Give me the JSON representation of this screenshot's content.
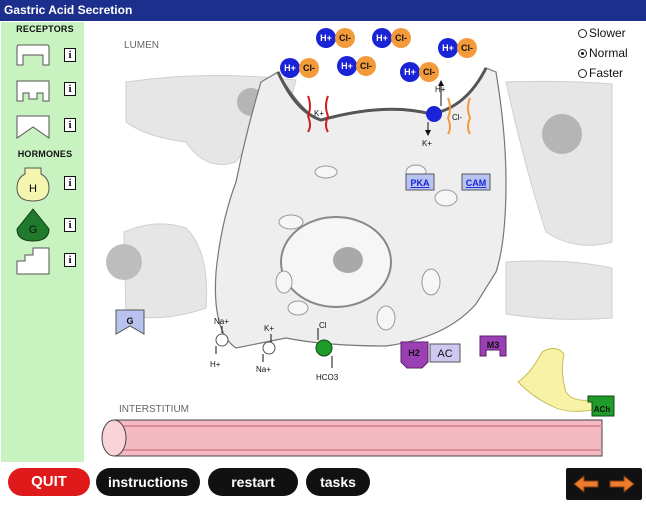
{
  "window": {
    "title": "Gastric Acid Secretion"
  },
  "sidebar": {
    "receptors_heading": "RECEPTORS",
    "hormones_heading": "HORMONES",
    "info_label": "i",
    "hormone_h_label": "H",
    "hormone_g_label": "G"
  },
  "scene": {
    "lumen_label": "LUMEN",
    "interstitium_label": "INTERSTITIUM",
    "ions": {
      "h": "H+",
      "cl": "Cl-",
      "k": "K+",
      "na": "Na+",
      "hco3": "HCO3",
      "cl_alt": "Cl"
    },
    "enzymes": {
      "pka": "PKA",
      "cam": "CAM"
    },
    "receptors": {
      "h2": "H2",
      "ac": "AC",
      "m3": "M3",
      "g": "G",
      "ach": "ACh"
    }
  },
  "speed": {
    "options": [
      "Slower",
      "Normal",
      "Faster"
    ],
    "selected": "Normal"
  },
  "footer": {
    "quit": "QUIT",
    "instructions": "instructions",
    "restart": "restart",
    "tasks": "tasks"
  },
  "colors": {
    "title_bar": "#1c2f8c",
    "sidebar": "#c9f2c1",
    "h_ion": "#1a23d6",
    "cl_ion": "#f39a3a",
    "quit": "#e0191a",
    "nav_arrow": "#ef7a2a"
  },
  "icons": [
    "left-arrow-icon",
    "right-arrow-icon",
    "info-icon"
  ]
}
